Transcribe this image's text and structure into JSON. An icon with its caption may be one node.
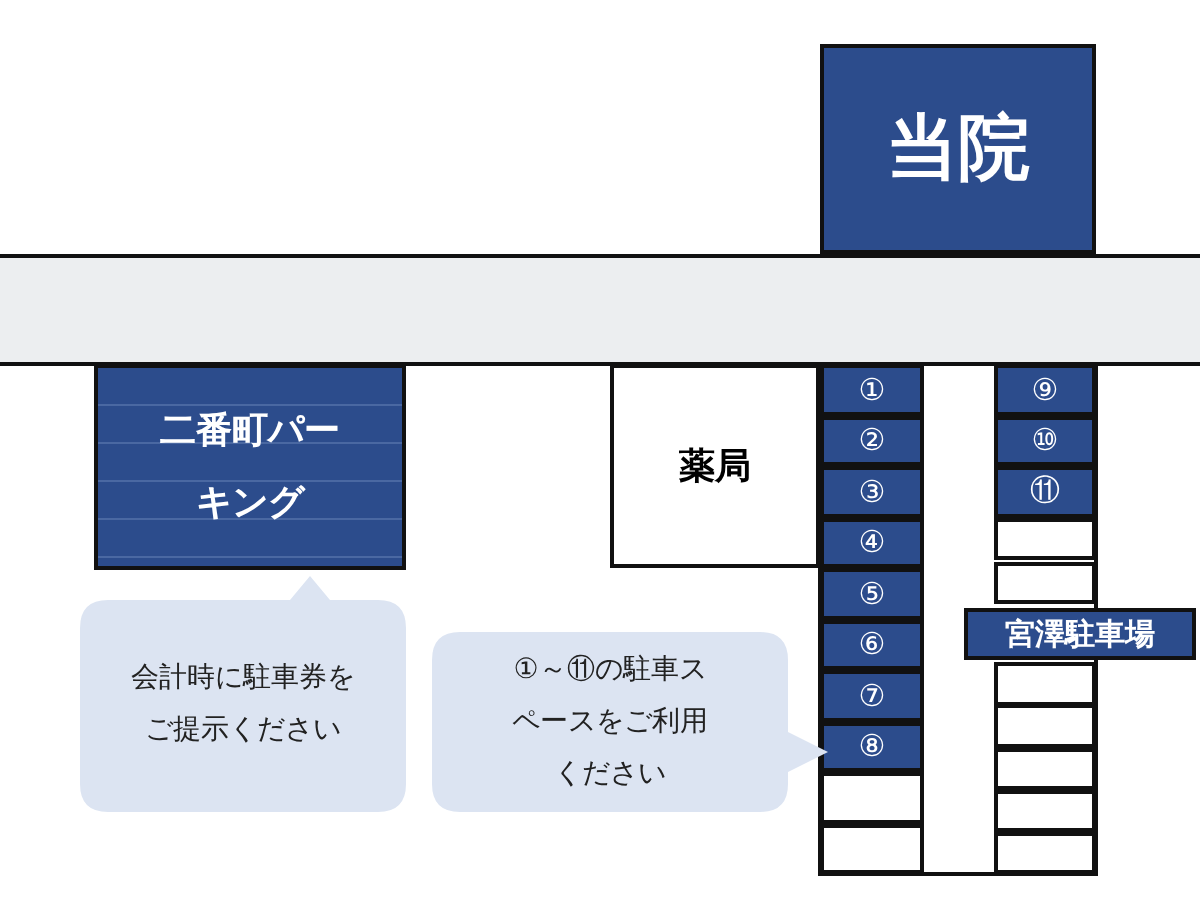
{
  "diagram": {
    "nodes": [
      {
        "text": [
          "当院"
        ]
      },
      {
        "text": [
          "二番町パーキング"
        ]
      },
      {
        "text": [
          "薬局"
        ]
      },
      {
        "text": [
          "①"
        ]
      },
      {
        "text": [
          "②"
        ]
      },
      {
        "text": [
          "③"
        ]
      },
      {
        "text": [
          "④"
        ]
      },
      {
        "text": [
          "⑤"
        ]
      },
      {
        "text": [
          "⑥"
        ]
      },
      {
        "text": [
          "⑦"
        ]
      },
      {
        "text": [
          "⑧"
        ]
      },
      {
        "text": [],
        "shape": "box"
      },
      {
        "text": [],
        "shape": "box"
      },
      {
        "text": [
          "⑨"
        ]
      },
      {
        "text": [
          "⑩"
        ]
      },
      {
        "text": [
          "⑪"
        ]
      },
      {
        "text": [],
        "shape": "box"
      },
      {
        "text": [],
        "shape": "box"
      },
      {
        "text": [],
        "shape": "box"
      },
      {
        "text": [],
        "shape": "box"
      },
      {
        "text": [],
        "shape": "box"
      },
      {
        "text": [],
        "shape": "box"
      },
      {
        "text": [],
        "shape": "box"
      },
      {
        "text": [
          "宮澤駐車場"
        ]
      },
      {
        "text": [
          "会計時に駐車券をご提示ください"
        ]
      },
      {
        "text": [
          "①～⑪の駐車スペースをご利用ください"
        ]
      },
      {
        "text": [],
        "shape": "bar"
      }
    ],
    "edges": []
  }
}
